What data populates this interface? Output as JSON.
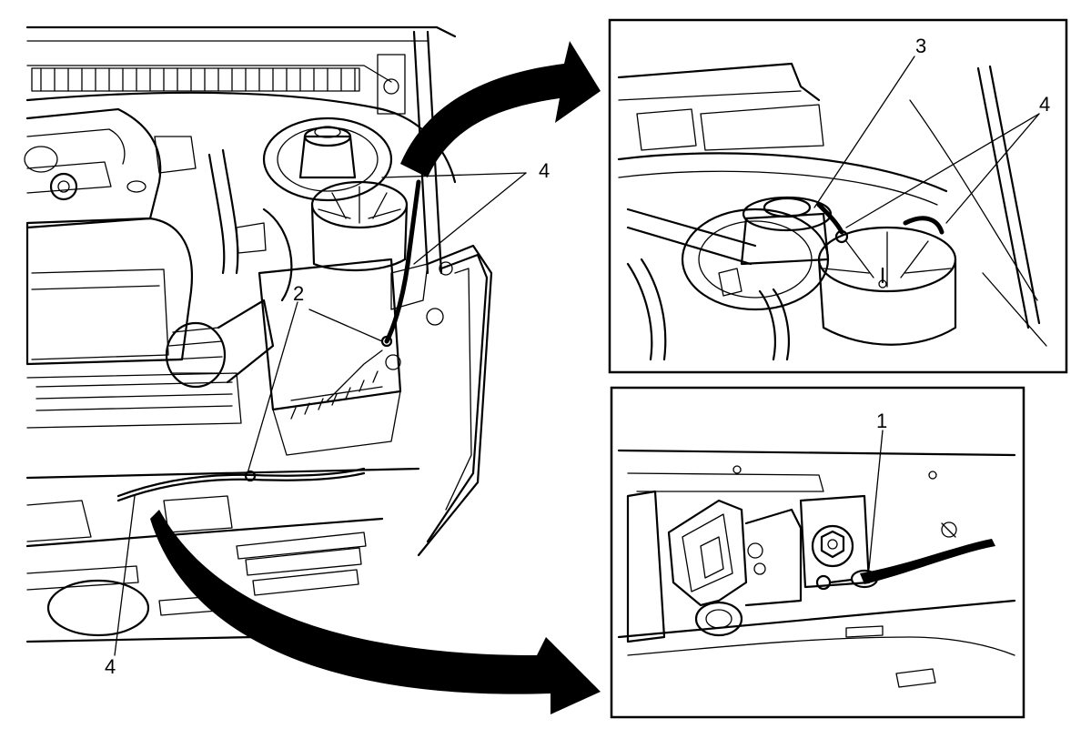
{
  "figure": {
    "callouts": {
      "main_four_top": "4",
      "main_two": "2",
      "main_four_bottom": "4",
      "inset_top_three": "3",
      "inset_top_four": "4",
      "inset_bottom_one": "1"
    }
  }
}
